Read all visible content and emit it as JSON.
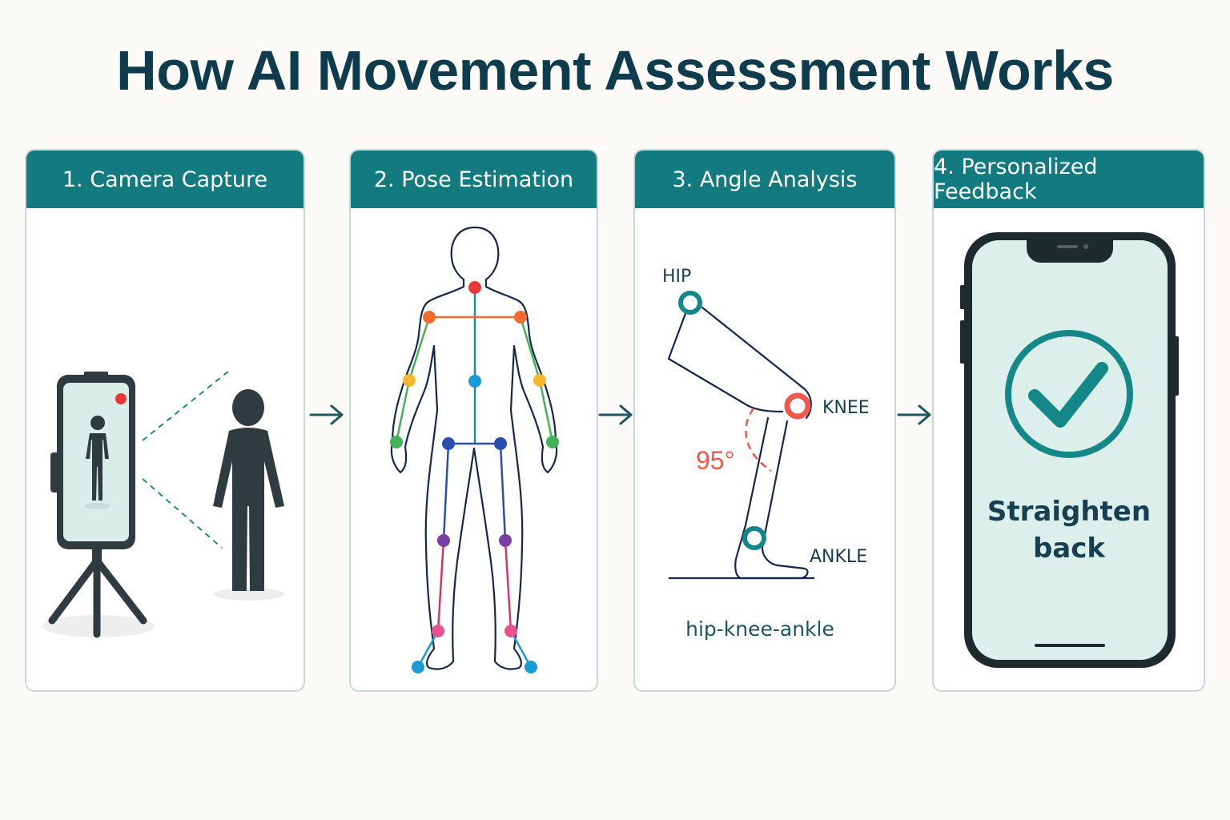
{
  "title": "How AI Movement Assessment Works",
  "steps": [
    {
      "label": "1. Camera Capture"
    },
    {
      "label": "2. Pose Estimation"
    },
    {
      "label": "3. Angle Analysis"
    },
    {
      "label": "4. Personalized Feedback"
    }
  ],
  "angle": {
    "hip_label": "HIP",
    "knee_label": "KNEE",
    "ankle_label": "ANKLE",
    "angle_value": "95°",
    "caption": "hip-knee-ankle"
  },
  "feedback": {
    "line1": "Straighten",
    "line2": "back"
  },
  "colors": {
    "header_teal": "#137a7f",
    "title_navy": "#0f3c4c",
    "figure_dark": "#2f3b3e",
    "angle_red": "#ef5a4c",
    "recording_red": "#e8373b"
  }
}
